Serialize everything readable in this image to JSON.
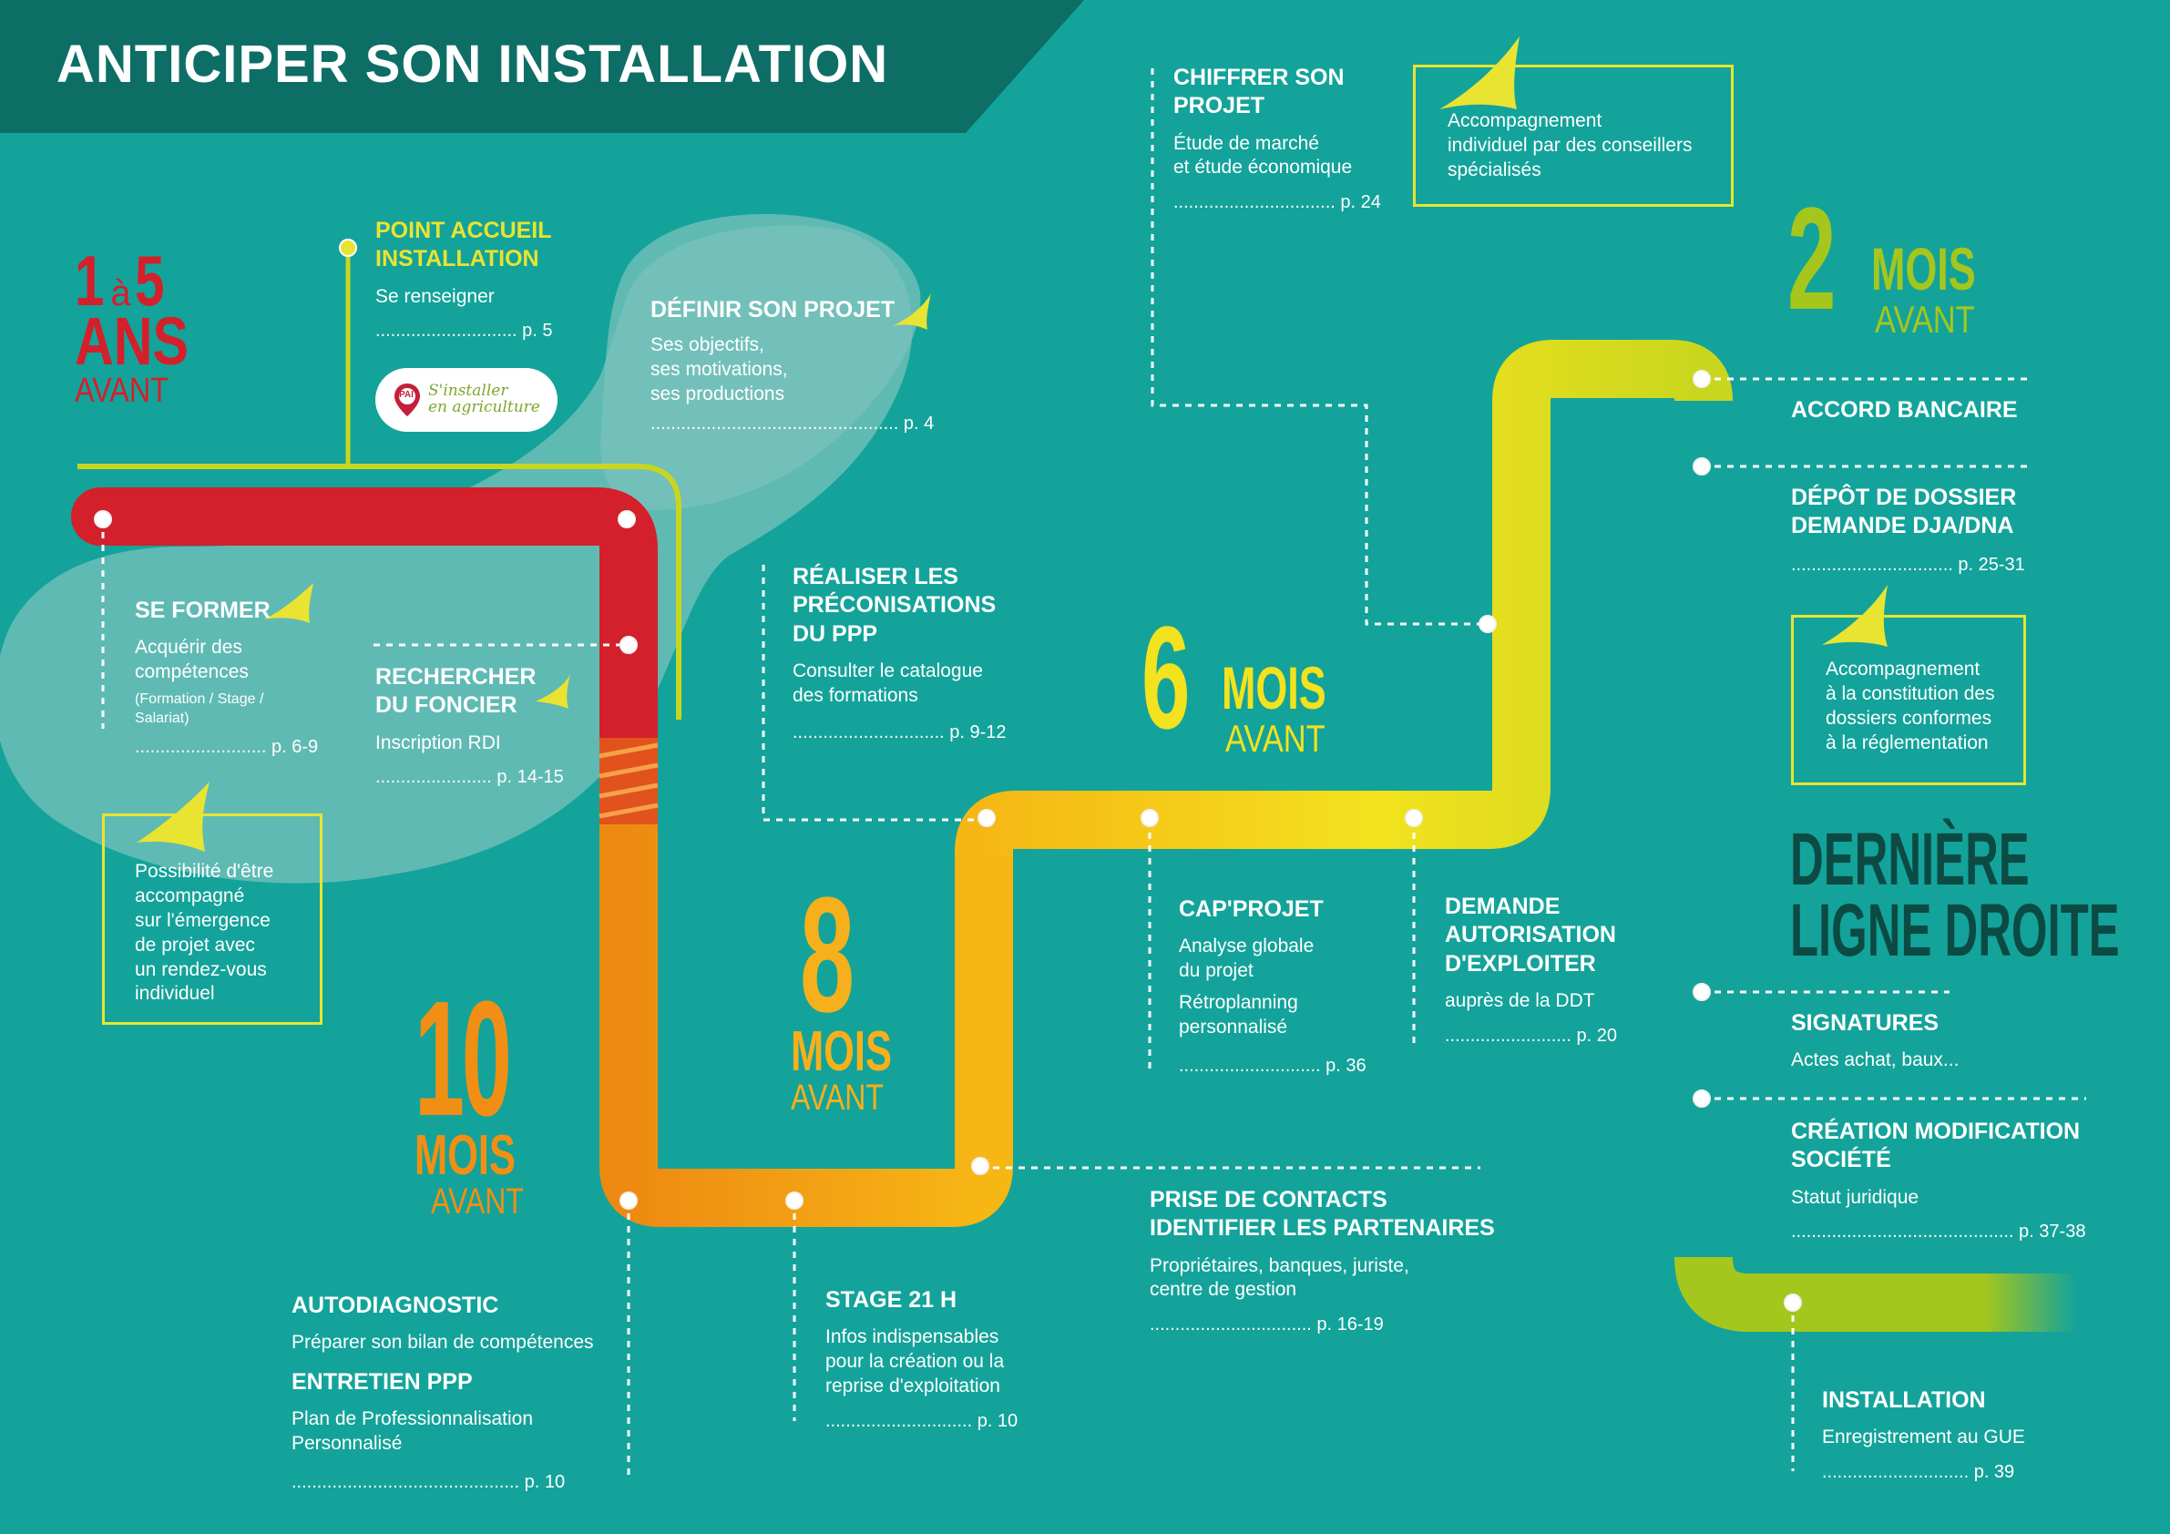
{
  "title": "ANTICIPER SON INSTALLATION",
  "colors": {
    "background": "#13a39a",
    "banner": "#0d6e66",
    "red": "#d3202b",
    "orange": "#ee8a12",
    "yellow": "#f3e21e",
    "lime": "#a5c61c",
    "accent_yellow": "#e9e431",
    "dark_green": "#0c4a44"
  },
  "periods": {
    "p1": {
      "n1": "1",
      "mid": "à",
      "n2": "5",
      "unit": "ANS",
      "avant": "AVANT"
    },
    "p10": {
      "num": "10",
      "unit": "MOIS",
      "avant": "AVANT"
    },
    "p8": {
      "num": "8",
      "unit": "MOIS",
      "avant": "AVANT"
    },
    "p6": {
      "num": "6",
      "unit": "MOIS",
      "avant": "AVANT"
    },
    "p2": {
      "num": "2",
      "unit": "MOIS",
      "avant": "AVANT"
    },
    "last": {
      "line1": "DERNIÈRE",
      "line2": "LIGNE DROITE"
    }
  },
  "steps": {
    "pai": {
      "title1": "POINT ACCUEIL",
      "title2": "INSTALLATION",
      "desc": "Se renseigner",
      "page": "............................ p. 5"
    },
    "logo": {
      "badge": "PAI",
      "line1": "S'installer",
      "line2": "en agriculture"
    },
    "definir": {
      "title": "DÉFINIR SON PROJET",
      "desc1": "Ses objectifs,",
      "desc2": "ses motivations,",
      "desc3": "ses productions",
      "page": "................................................. p. 4"
    },
    "former": {
      "title": "SE FORMER",
      "desc1": "Acquérir des",
      "desc2": "compétences",
      "small1": "(Formation / Stage /",
      "small2": "Salariat)",
      "page": ".......................... p. 6-9"
    },
    "foncier": {
      "title1": "RECHERCHER",
      "title2": "DU FONCIER",
      "desc": "Inscription RDI",
      "page": "....................... p. 14-15"
    },
    "realiser": {
      "title1": "RÉALISER LES",
      "title2": "PRÉCONISATIONS",
      "title3": "DU PPP",
      "desc1": "Consulter le catalogue",
      "desc2": "des formations",
      "page": ".............................. p. 9-12"
    },
    "chiffrer": {
      "title1": "CHIFFRER SON",
      "title2": "PROJET",
      "desc1": "Étude de marché",
      "desc2": "et étude économique",
      "page": "................................ p. 24"
    },
    "capprojet": {
      "title": "CAP'PROJET",
      "desc1": "Analyse globale",
      "desc2": "du projet",
      "desc3": "Rétroplanning",
      "desc4": "personnalisé",
      "page": "............................ p. 36"
    },
    "autorisation": {
      "title1": "DEMANDE",
      "title2": "AUTORISATION",
      "title3": "D'EXPLOITER",
      "desc": "auprès de la DDT",
      "page": "......................... p. 20"
    },
    "contacts": {
      "title1": "PRISE DE CONTACTS",
      "title2": "IDENTIFIER LES PARTENAIRES",
      "desc1": "Propriétaires, banques, juriste,",
      "desc2": "centre de gestion",
      "page": "................................ p. 16-19"
    },
    "autodiag": {
      "title": "AUTODIAGNOSTIC",
      "desc": "Préparer son bilan de compétences"
    },
    "entretien": {
      "title": "ENTRETIEN PPP",
      "desc1": "Plan de Professionnalisation",
      "desc2": "Personnalisé",
      "page": "............................................. p. 10"
    },
    "stage": {
      "title": "STAGE 21 H",
      "desc1": "Infos indispensables",
      "desc2": "pour la création ou la",
      "desc3": "reprise d'exploitation",
      "page": "............................. p. 10"
    },
    "accord": {
      "title": "ACCORD BANCAIRE"
    },
    "depot": {
      "title1": "DÉPÔT DE DOSSIER",
      "title2": "DEMANDE DJA/DNA",
      "page": "................................ p. 25-31"
    },
    "signatures": {
      "title": "SIGNATURES",
      "desc": "Actes achat, baux..."
    },
    "creation": {
      "title1": "CRÉATION MODIFICATION",
      "title2": "SOCIÉTÉ",
      "desc": "Statut juridique",
      "page": "............................................ p. 37-38"
    },
    "installation": {
      "title": "INSTALLATION",
      "desc": "Enregistrement au GUE",
      "page": "............................. p. 39"
    }
  },
  "boxes": {
    "b1": {
      "l1": "Possibilité d'être",
      "l2": "accompagné",
      "l3": "sur l'émergence",
      "l4": "de projet avec",
      "l5": "un rendez-vous",
      "l6": "individuel"
    },
    "b2": {
      "l1": "Accompagnement",
      "l2": "individuel par des conseillers",
      "l3": "spécialisés"
    },
    "b3": {
      "l1": "Accompagnement",
      "l2": "à la constitution des",
      "l3": "dossiers conformes",
      "l4": "à la réglementation"
    }
  }
}
